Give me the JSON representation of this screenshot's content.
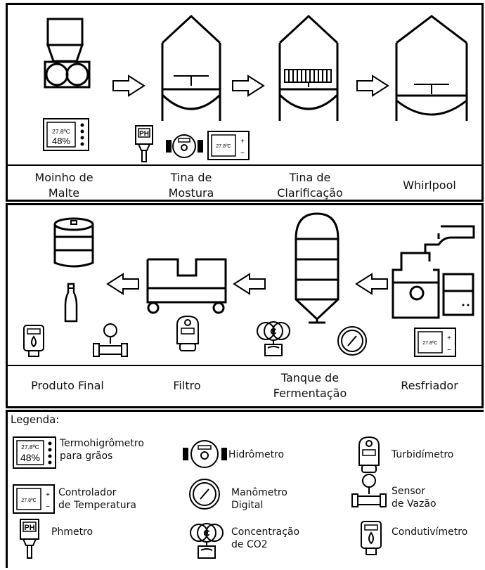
{
  "stage_labels": {
    "moinho": "Moinho de\nMalte",
    "tina_mostura": "Tina de\nMostura",
    "tina_clarificacao": "Tina de\nClarificação",
    "whirlpool": "Whirlpool",
    "produto_final": "Produto Final",
    "filtro": "Filtro",
    "tanque_fermentacao": "Tanque de\nFermentação",
    "resfriador": "Resfriador"
  },
  "readouts": {
    "thermo_temp": "27.8ºC",
    "thermo_humidity": "48%",
    "controller_temp": "27.8ºC",
    "ph_label": "PH",
    "co2_label": "C",
    "plus": "+",
    "minus": "−"
  },
  "legend": {
    "title": "Legenda:",
    "items": {
      "termohigrometro": "Termohigrômetro\npara grãos",
      "hidrometro": "Hidrômetro",
      "turbidimetro": "Turbidímetro",
      "controlador": "Controlador\nde Temperatura",
      "manometro": "Manômetro\nDigital",
      "sensor_vazao": "Sensor\nde Vazão",
      "phmetro": "Phmetro",
      "co2": "Concentração\nde CO2",
      "condutivimetro": "Condutivímetro"
    }
  },
  "colors": {
    "line": "#000000",
    "background": "#ffffff"
  }
}
